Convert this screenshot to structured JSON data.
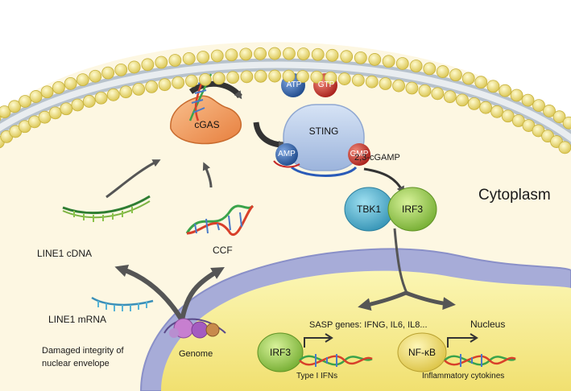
{
  "labels": {
    "cytoplasm": "Cytoplasm",
    "nucleus": "Nucleus",
    "cgas": "cGAS",
    "sting": "STING",
    "atp": "ATP",
    "gtp": "GTP",
    "amp": "AMP",
    "gmp": "GMP",
    "cgamp": "2,3-cGAMP",
    "tbk1": "TBK1",
    "irf3": "IRF3",
    "irf3_nuclear": "IRF3",
    "nfkb": "NF-κB",
    "line1_cdna": "LINE1 cDNA",
    "line1_mrna": "LINE1 mRNA",
    "ccf": "CCF",
    "sasp_genes": "SASP genes: IFNG, IL6, IL8...",
    "damaged_line1": "Damaged integrity of",
    "damaged_line2": "nuclear envelope",
    "genome": "Genome",
    "type1_ifns": "Type I IFNs",
    "inflammatory": "Inflammatory cytokines"
  },
  "colors": {
    "cytoplasm": "#fdf6df",
    "lipid_head": "#f3e48a",
    "nucleus_envelope": "#9aa0d4",
    "nucleus_inner": "#f6ef9a",
    "cgas": "#f4a46a",
    "sting": "#b9cde9",
    "atp": "#2f5fa8",
    "gtp": "#c9302c",
    "tbk1": "#56b8d6",
    "irf3": "#9ed04a",
    "nfkb": "#f0df6a",
    "arrow": "#555555"
  }
}
